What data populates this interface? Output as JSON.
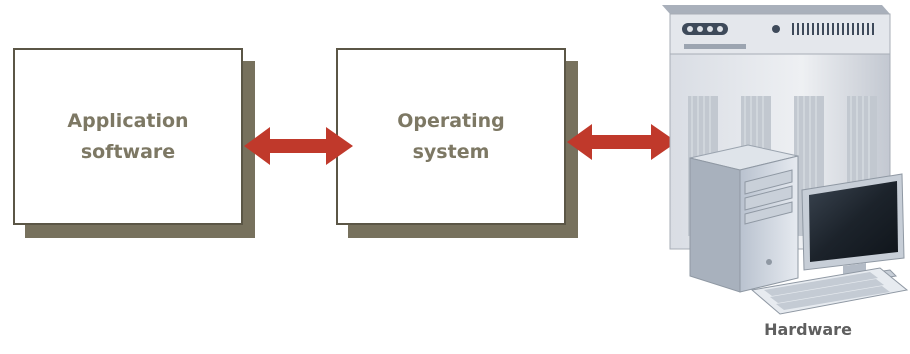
{
  "diagram": {
    "application_block": {
      "label": "Application\nsoftware"
    },
    "os_block": {
      "label": "Operating\nsystem"
    },
    "hardware": {
      "label": "Hardware"
    }
  },
  "colors": {
    "arrow": "#c0392b",
    "block_shadow": "#77715d",
    "label_text": "#7d7864"
  },
  "icons": [
    "double-arrow-icon",
    "server-rack-icon",
    "desktop-tower-icon",
    "monitor-icon",
    "keyboard-icon"
  ]
}
